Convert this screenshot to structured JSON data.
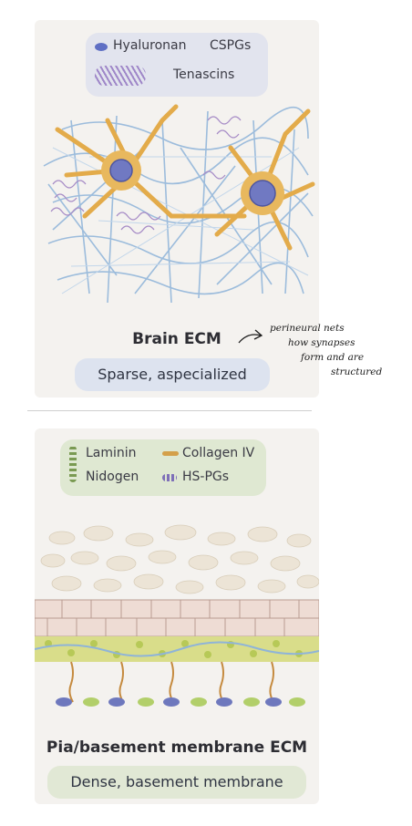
{
  "top_panel": {
    "legend": {
      "hyaluronan": "Hyaluronan",
      "cspgs": "CSPGs",
      "tenascins": "Tenascins"
    },
    "title": "Brain ECM",
    "subtitle": "Sparse, aspecialized"
  },
  "annotation": {
    "lines": [
      "perineural nets",
      "how synapses",
      "form and are",
      "structured"
    ]
  },
  "bottom_panel": {
    "legend": {
      "laminin": "Laminin",
      "collagen": "Collagen IV",
      "nidogen": "Nidogen",
      "hspgs": "HS-PGs"
    },
    "title": "Pia/basement membrane ECM",
    "subtitle": "Dense, basement membrane"
  },
  "colors": {
    "neuron": "#e6b255",
    "nucleus": "#6f78c4",
    "network": "#8fb4d8",
    "cspg": "#9d82bc",
    "membrane_green": "#c9d46a",
    "cell_layer": "#e8d7d0"
  }
}
